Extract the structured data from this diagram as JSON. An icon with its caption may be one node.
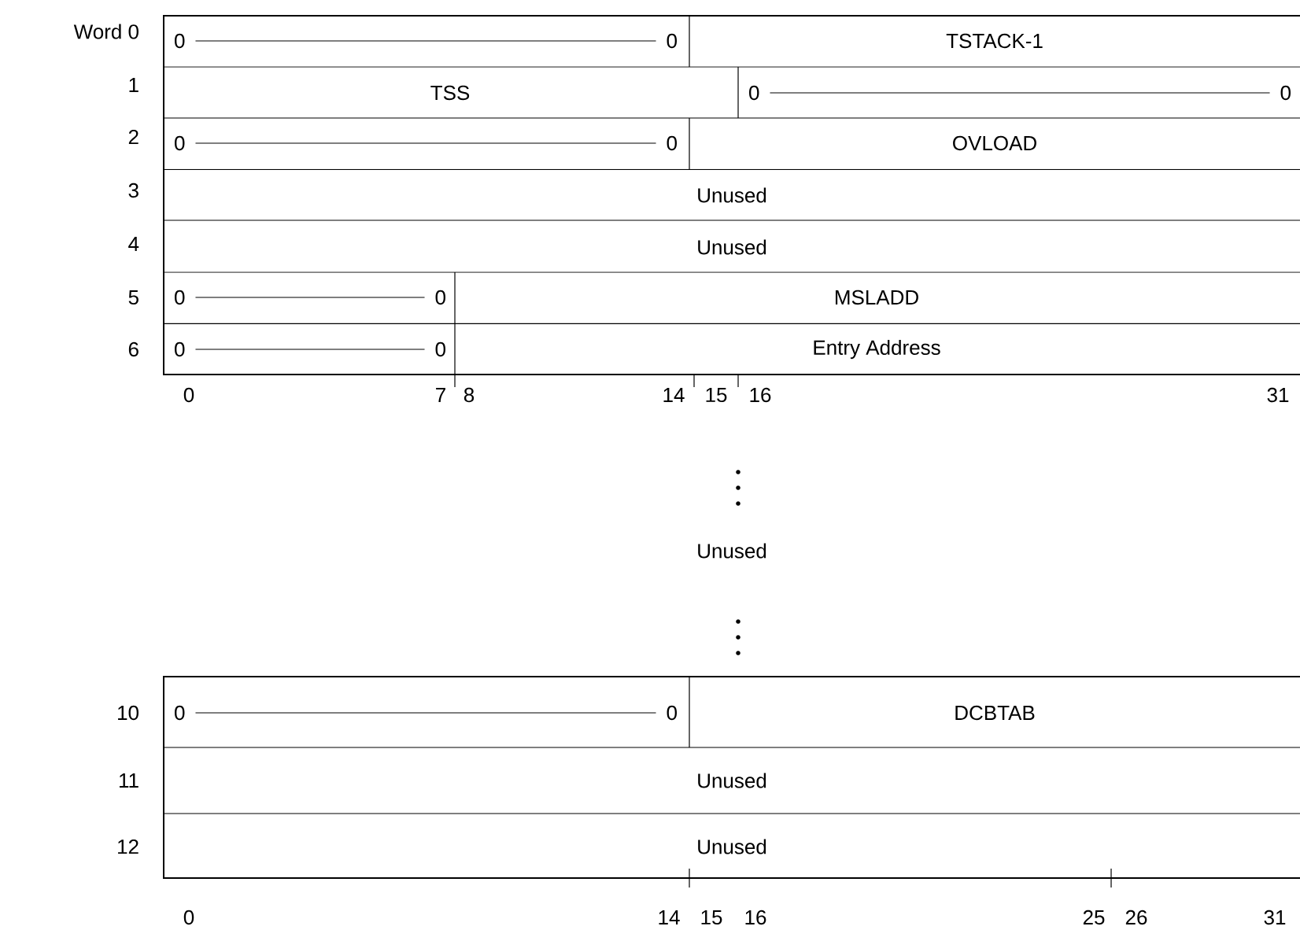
{
  "diagram": {
    "labels": [
      "Word 0",
      "0",
      "0",
      "TSTACK-1",
      "1",
      "TSS",
      "0",
      "0",
      "2",
      "0",
      "0",
      "OVLOAD",
      "3",
      "Unused",
      "4",
      "Unused",
      "5",
      "0",
      "0",
      "MSLADD",
      "6",
      "0",
      "0",
      "Entry Address",
      "0",
      "7",
      "8",
      "14",
      "15",
      "16",
      "31",
      "Unused",
      "10",
      "0",
      "0",
      "DCBTAB",
      "11",
      "Unused",
      "12",
      "Unused",
      "0",
      "14",
      "15",
      "16",
      "25",
      "26",
      "31"
    ]
  }
}
